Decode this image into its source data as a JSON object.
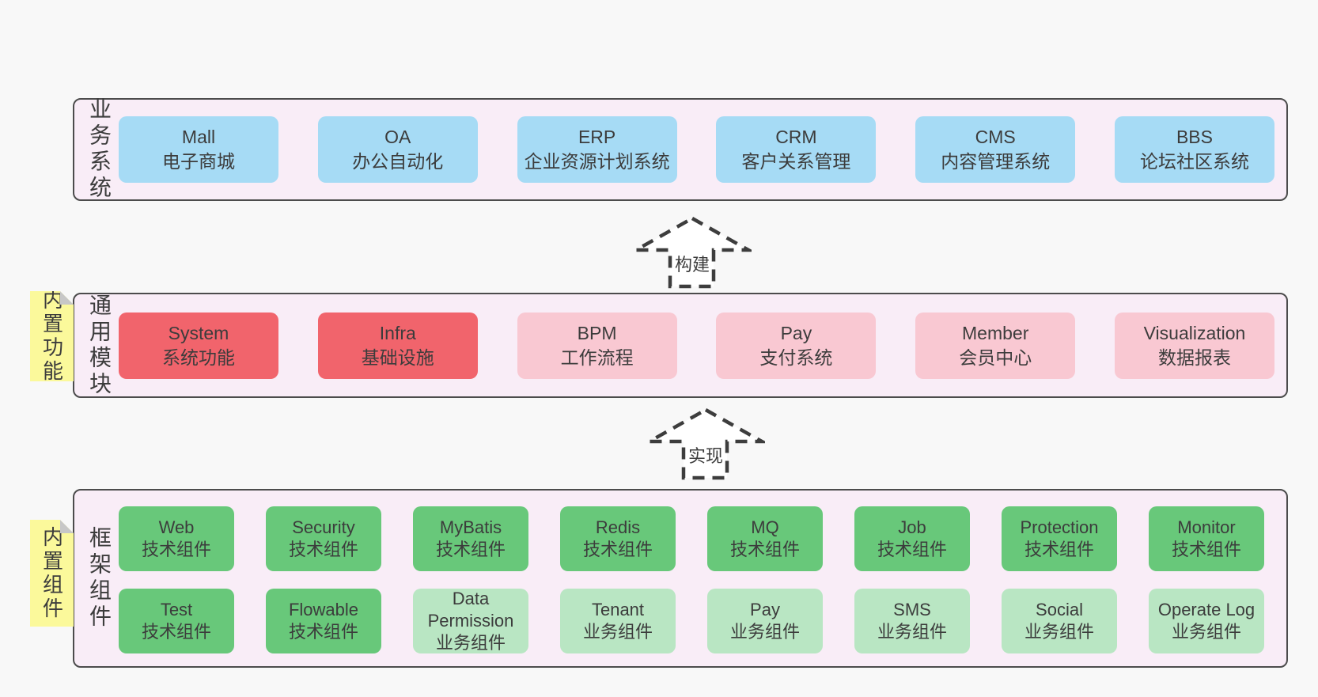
{
  "diagram": {
    "layers": [
      {
        "name": "业务系统",
        "boxes": [
          {
            "title": "Mall",
            "subtitle": "电子商城"
          },
          {
            "title": "OA",
            "subtitle": "办公自动化"
          },
          {
            "title": "ERP",
            "subtitle": "企业资源计划系统"
          },
          {
            "title": "CRM",
            "subtitle": "客户关系管理"
          },
          {
            "title": "CMS",
            "subtitle": "内容管理系统"
          },
          {
            "title": "BBS",
            "subtitle": "论坛社区系统"
          }
        ]
      },
      {
        "name": "通用模块",
        "sticky": "内置功能",
        "boxes": [
          {
            "title": "System",
            "subtitle": "系统功能"
          },
          {
            "title": "Infra",
            "subtitle": "基础设施"
          },
          {
            "title": "BPM",
            "subtitle": "工作流程"
          },
          {
            "title": "Pay",
            "subtitle": "支付系统"
          },
          {
            "title": "Member",
            "subtitle": "会员中心"
          },
          {
            "title": "Visualization",
            "subtitle": "数据报表"
          }
        ]
      },
      {
        "name": "框架组件",
        "sticky": "内置组件",
        "rows": [
          [
            {
              "title": "Web",
              "subtitle": "技术组件"
            },
            {
              "title": "Security",
              "subtitle": "技术组件"
            },
            {
              "title": "MyBatis",
              "subtitle": "技术组件"
            },
            {
              "title": "Redis",
              "subtitle": "技术组件"
            },
            {
              "title": "MQ",
              "subtitle": "技术组件"
            },
            {
              "title": "Job",
              "subtitle": "技术组件"
            },
            {
              "title": "Protection",
              "subtitle": "技术组件"
            },
            {
              "title": "Monitor",
              "subtitle": "技术组件"
            }
          ],
          [
            {
              "title": "Test",
              "subtitle": "技术组件"
            },
            {
              "title": "Flowable",
              "subtitle": "技术组件"
            },
            {
              "title": "Data Permission",
              "subtitle": "业务组件"
            },
            {
              "title": "Tenant",
              "subtitle": "业务组件"
            },
            {
              "title": "Pay",
              "subtitle": "业务组件"
            },
            {
              "title": "SMS",
              "subtitle": "业务组件"
            },
            {
              "title": "Social",
              "subtitle": "业务组件"
            },
            {
              "title": "Operate Log",
              "subtitle": "业务组件"
            }
          ]
        ]
      }
    ],
    "arrows": [
      {
        "label": "构建"
      },
      {
        "label": "实现"
      }
    ],
    "colors": {
      "background": "#f8f8f8",
      "layer_fill": "#f9edf7",
      "layer_border": "#4c4c4c",
      "business_box": "#a6dbf5",
      "core_module_box": "#f1646c",
      "module_box": "#f9c8d2",
      "tech_component_box": "#68c87a",
      "biz_component_box": "#b9e6c3",
      "sticky_note": "#fbf99b",
      "arrow_dash": "#3d3d3d",
      "text": "#3c3c3c"
    }
  }
}
